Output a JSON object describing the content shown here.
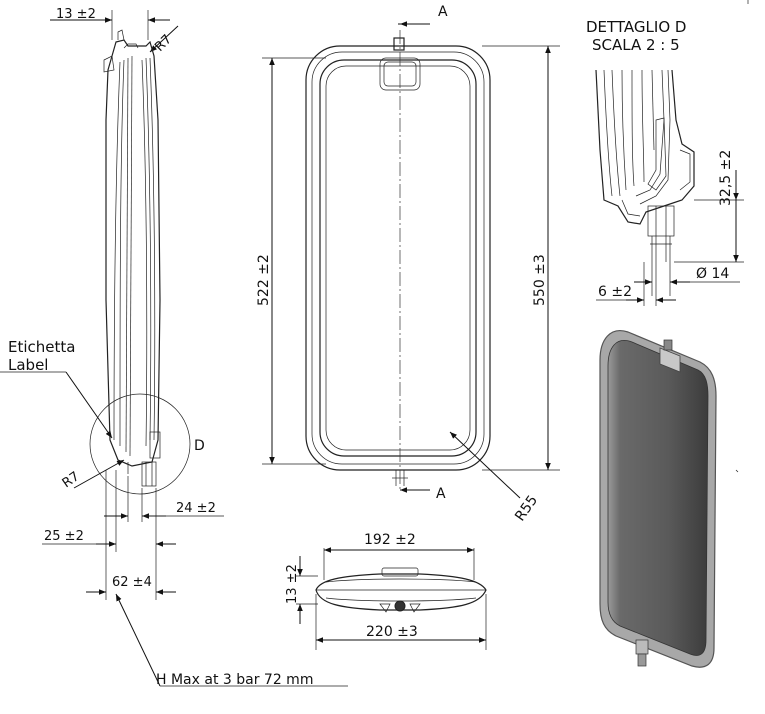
{
  "side_view": {
    "dim_top_width": "13 ±2",
    "radius_top": "R7",
    "label_it": "Etichetta",
    "label_en": "Label",
    "radius_bottom": "R7",
    "detail_marker": "D",
    "dim_connector": "24 ±2",
    "dim_body": "25 ±2",
    "dim_total_depth": "62 ±4",
    "note_hmax": "H Max at 3 bar 72 mm"
  },
  "front_view": {
    "section_top": "A",
    "section_bottom": "A",
    "dim_inner_height": "522 ±2",
    "dim_outer_height": "550 ±3",
    "radius_corner": "R55"
  },
  "detail_view": {
    "title_line1": "DETTAGLIO D",
    "title_line2": "SCALA 2 : 5",
    "dim_height": "32,5 ±2",
    "dim_diameter": "Ø 14",
    "dim_offset": "6 ±2"
  },
  "top_view": {
    "dim_inner_width": "192 ±2",
    "dim_height": "13 ±2",
    "dim_outer_width": "220 ±3"
  },
  "render_3d": {
    "body_color": "#5c5c5c",
    "edge_color": "#a8a8a8"
  }
}
